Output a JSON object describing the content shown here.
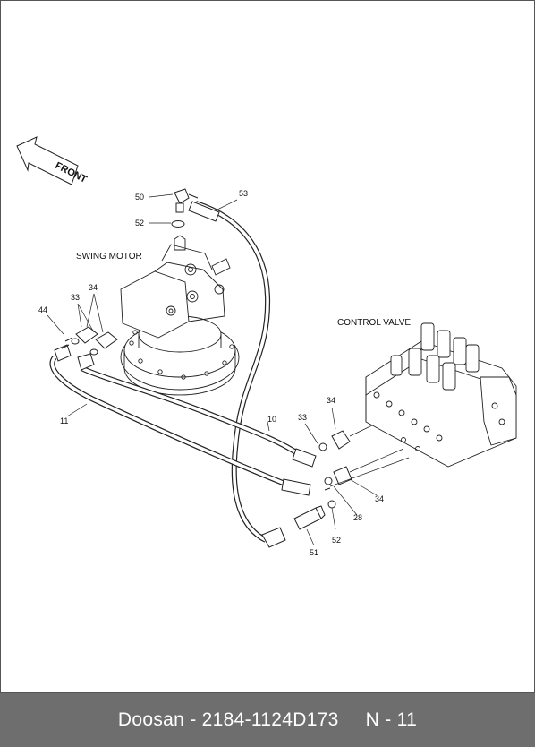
{
  "diagram": {
    "front_label": "FRONT",
    "labels": {
      "swing_motor": "SWING MOTOR",
      "control_valve": "CONTROL VALVE"
    },
    "callouts": {
      "c50": "50",
      "c52a": "52",
      "c53": "53",
      "c33a": "33",
      "c34a": "34",
      "c44": "44",
      "c11": "11",
      "c10": "10",
      "c33b": "33",
      "c34b": "34",
      "c34c": "34",
      "c28": "28",
      "c52b": "52",
      "c51": "51"
    }
  },
  "footer": {
    "brand": "Doosan",
    "separator": " - ",
    "part_number": "2184-1124D173",
    "page_ref": "N - 11"
  }
}
